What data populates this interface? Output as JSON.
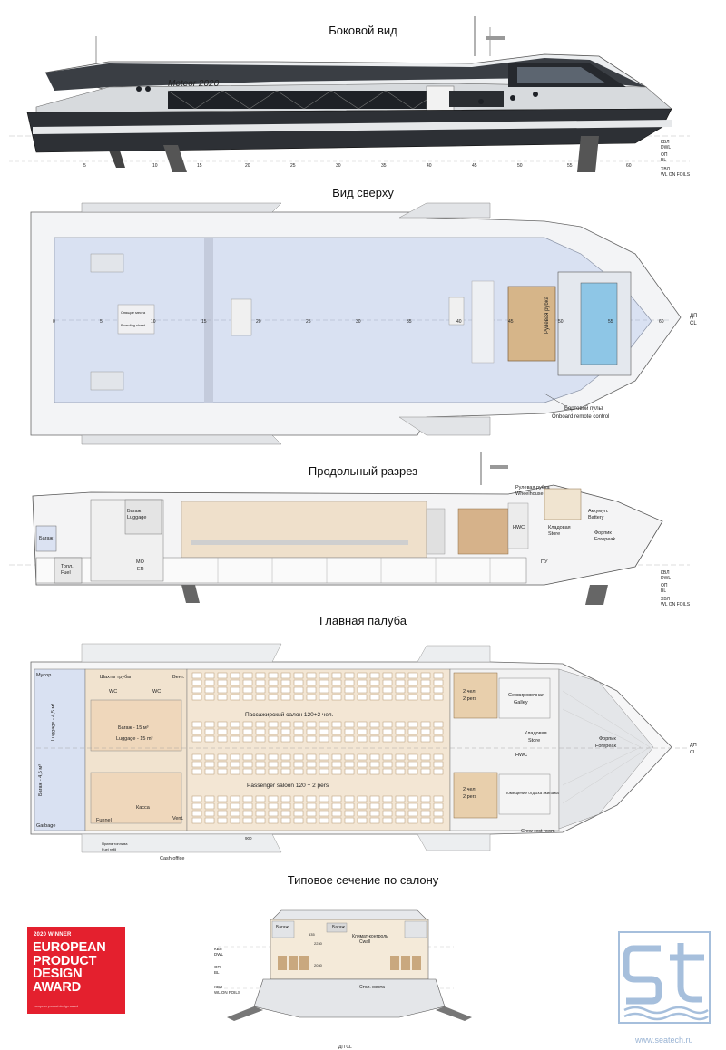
{
  "titles": {
    "side_view": "Боковой вид",
    "top_view": "Вид сверху",
    "section": "Продольный разрез",
    "main_deck": "Главная палуба",
    "cross_section": "Типовое сечение по салону"
  },
  "side_view": {
    "ship_name": "Meteor 2020",
    "ticks": [
      "5",
      "10",
      "15",
      "20",
      "25",
      "30",
      "35",
      "40",
      "45",
      "50",
      "55",
      "60"
    ],
    "right_labels": [
      "КВЛ",
      "DWL",
      "ОП",
      "BL",
      "ХВЛ",
      "WL ON FOILS"
    ]
  },
  "top_view": {
    "wheelhouse": "Рулевая рубка",
    "helipad_ru": "Спящие места",
    "helipad_en": "Boarding sheet",
    "onboard_ru": "Бортовой пульт",
    "onboard_en": "Onboard remote control",
    "cl": [
      "ДП",
      "CL"
    ],
    "ticks": [
      "0",
      "5",
      "10",
      "15",
      "20",
      "25",
      "30",
      "35",
      "40",
      "45",
      "50",
      "55",
      "60"
    ]
  },
  "section": {
    "luggage_ru": "Багаж",
    "luggage_en": "Luggage",
    "bagazh": "Багаж",
    "fuel_ru": "Топл.",
    "fuel_en": "Fuel",
    "mo": "МО",
    "er": "ER",
    "wheelhouse_ru": "Рулевая рубка",
    "wheelhouse_en": "Wheelhouse",
    "battery_ru": "Аккумул.",
    "battery_en": "Battery",
    "hwc": "HWC",
    "store_ru": "Кладовая",
    "store_en": "Store",
    "forepeak_ru": "Форпик",
    "forepeak_en": "Forepeak",
    "pu": "ПУ",
    "right_labels": [
      "КВЛ",
      "DWL",
      "ОП",
      "BL",
      "ХВЛ",
      "WL ON FOILS"
    ]
  },
  "main_deck": {
    "garbage_ru": "Мусор",
    "garbage_en": "Garbage",
    "luggage_a_ru": "Luggage - 4,5 м³",
    "luggage_b_ru": "Багаж - 4,5 м³",
    "shafts": "Шахты трубы",
    "wc": "WC",
    "vent_ru": "Вент.",
    "vent_en": "Vent.",
    "luggage15_ru": "Багаж - 15 м³",
    "luggage15_en": "Luggage - 15 m³",
    "funnel": "Funnel",
    "kassa": "Касса",
    "cash_office": "Cash office",
    "fuel_intake_ru": "Прием топлива",
    "fuel_intake_en": "Fuel refill",
    "saloon_ru": "Пассажирский салон 120+2 чел.",
    "saloon_en": "Passenger saloon 120 + 2 pers",
    "crew2_ru": "2 чел.",
    "crew2_en": "2 pers",
    "galley_ru": "Сервировочная",
    "galley_en": "Galley",
    "store_ru": "Кладовая",
    "store_en": "Store",
    "hwc": "HWC",
    "crew_rest_ru": "Помещение отдыха экипажа",
    "crew_rest_en": "Crew rest room",
    "forepeak_ru": "Форпик",
    "forepeak_en": "Forepeak",
    "dim": "900",
    "cl": [
      "ДП",
      "CL"
    ]
  },
  "cross_section": {
    "bagazh_l": "Багаж",
    "bagazh_r": "Багаж",
    "climate": "Климат-контроль",
    "climate_en": "Cwall",
    "seat_label": "Стол. места",
    "dims": [
      "2230",
      "535",
      "2030"
    ],
    "right_labels": [
      "КВЛ",
      "DWL",
      "ОП",
      "BL",
      "ХВЛ",
      "WL ON FOILS"
    ],
    "cl": "ДП CL"
  },
  "award": {
    "year": "2020 WINNER",
    "line1": "EUROPEAN",
    "line2": "PRODUCT",
    "line3": "DESIGN",
    "line4": "AWARD",
    "small": "european product design award"
  },
  "footer": {
    "website": "www.seatech.ru"
  },
  "colors": {
    "hull_dark": "#2b2e33",
    "deck_blue": "#d9e1f2",
    "wood": "#e9c9a4",
    "award_red": "#e4202e",
    "logo_blue": "#a6bfdc"
  }
}
